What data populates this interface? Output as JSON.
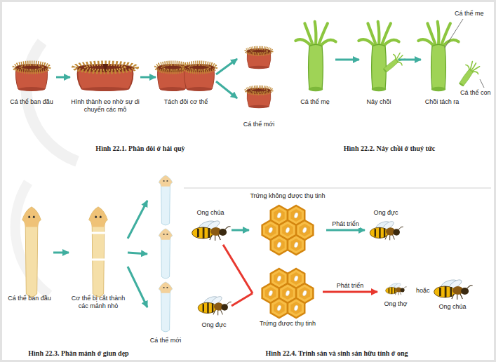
{
  "diagram": {
    "nodes": [
      {
        "text": [
          "Cá thể ban đầu"
        ]
      },
      {
        "text": [
          "Hình thành eo nhờ sự di chuyển các mô"
        ]
      },
      {
        "text": [
          "Tách đôi cơ thể"
        ]
      },
      {
        "text": [
          "Cá thể mới"
        ]
      },
      {
        "text": [
          "Cá thể mẹ"
        ]
      },
      {
        "text": [
          "Nảy chồi"
        ]
      },
      {
        "text": [
          "Chồi tách ra"
        ]
      },
      {
        "text": [
          "Cá thể ban đầu"
        ]
      },
      {
        "text": [
          "Cơ thể bị cắt thành các mảnh nhỏ"
        ]
      },
      {
        "text": [
          "Cá thể mới"
        ]
      },
      {
        "text": [
          "Ong chúa"
        ]
      },
      {
        "text": [
          "Trứng không được thụ tinh"
        ]
      },
      {
        "text": [
          "Ong đực"
        ]
      },
      {
        "text": [
          "Ong đực"
        ]
      },
      {
        "text": [
          "Trứng được thụ tinh"
        ]
      },
      {
        "text": [
          "Ong thợ"
        ]
      },
      {
        "text": [
          "Ong chúa"
        ]
      }
    ],
    "edges": [
      {
        "from": 0,
        "to": 1,
        "arrow": "to"
      },
      {
        "from": 1,
        "to": 2,
        "arrow": "to"
      },
      {
        "from": 2,
        "to": 3,
        "arrow": "to"
      },
      {
        "from": 2,
        "to": 3,
        "arrow": "to"
      },
      {
        "from": 4,
        "to": 5,
        "arrow": "to"
      },
      {
        "from": 5,
        "to": 6,
        "arrow": "to"
      },
      {
        "from": 7,
        "to": 8,
        "arrow": "to"
      },
      {
        "from": 8,
        "to": 9,
        "arrow": "to"
      },
      {
        "from": 8,
        "to": 9,
        "arrow": "to"
      },
      {
        "from": 8,
        "to": 9,
        "arrow": "to"
      },
      {
        "from": 10,
        "to": 11,
        "arrow": "to"
      },
      {
        "from": 11,
        "to": 12,
        "label": "Phát triển",
        "arrow": "to"
      },
      {
        "from": 10,
        "to": 14,
        "arrow": "none"
      },
      {
        "from": 13,
        "to": 14,
        "arrow": "none"
      },
      {
        "from": 14,
        "to": 15,
        "label": "Phát triển",
        "arrow": "to"
      }
    ],
    "labels": [
      "Cá thể mẹ",
      "Cá thể con",
      "hoặc",
      "Hình 22.1. Phân đôi ở hải quỳ",
      "Hình 22.2. Nảy chồi ở thuỷ tức",
      "Hình 22.3. Phân mảnh ở giun dẹp",
      "Hình 22.4. Trinh sản và sinh sản hữu tính ở ong"
    ]
  }
}
